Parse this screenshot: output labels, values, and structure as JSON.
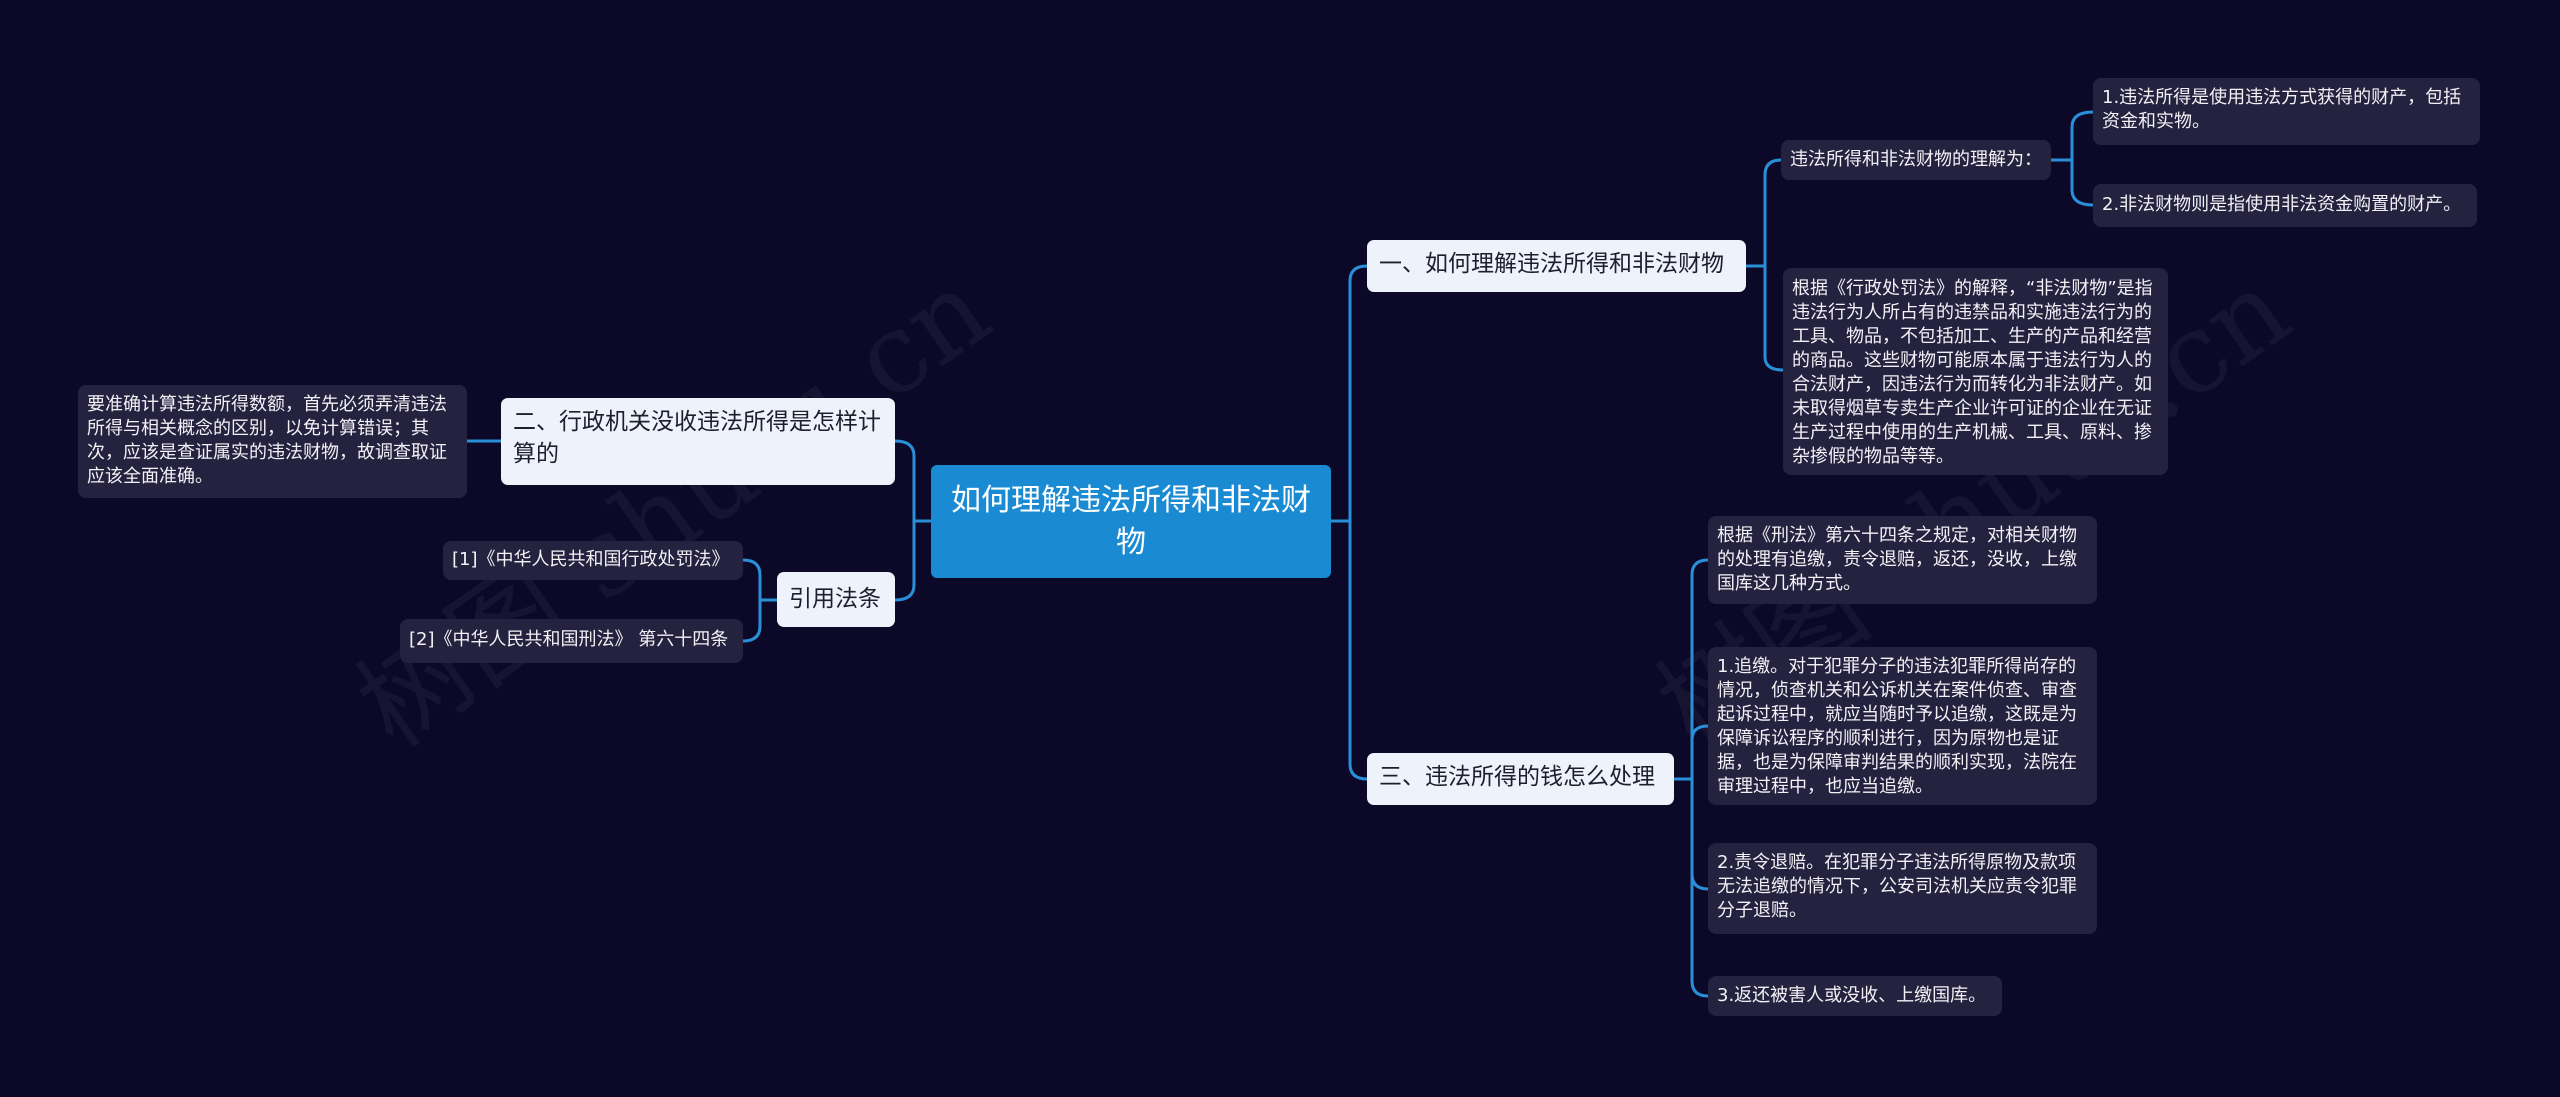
{
  "watermark": "树图 shutu.cn",
  "center": {
    "label": "如何理解违法所得和非法财物"
  },
  "branches": [
    {
      "label": "一、如何理解违法所得和非法财物",
      "sub": {
        "label": "违法所得和非法财物的理解为：",
        "children": [
          "1.违法所得是使用违法方式获得的财产，包括资金和实物。",
          "2.非法财物则是指使用非法资金购置的财产。"
        ]
      },
      "note": "根据《行政处罚法》的解释，“非法财物”是指违法行为人所占有的违禁品和实施违法行为的工具、物品，不包括加工、生产的产品和经营的商品。这些财物可能原本属于违法行为人的合法财产，因违法行为而转化为非法财产。如未取得烟草专卖生产企业许可证的企业在无证生产过程中使用的生产机械、工具、原料、掺杂掺假的物品等等。"
    },
    {
      "label": "二、行政机关没收违法所得是怎样计算的",
      "children": [
        "要准确计算违法所得数额，首先必须弄清违法所得与相关概念的区别，以免计算错误；其次，应该是查证属实的违法财物，故调查取证应该全面准确。"
      ]
    },
    {
      "label": "引用法条",
      "children": [
        "[1]《中华人民共和国行政处罚法》",
        "[2]《中华人民共和国刑法》 第六十四条"
      ]
    },
    {
      "label": "三、违法所得的钱怎么处理",
      "children": [
        "根据《刑法》第六十四条之规定，对相关财物的处理有追缴，责令退赔，返还，没收，上缴国库这几种方式。",
        "1.追缴。对于犯罪分子的违法犯罪所得尚存的情况，侦查机关和公诉机关在案件侦查、审查起诉过程中，就应当随时予以追缴，这既是为保障诉讼程序的顺利进行，因为原物也是证据，也是为保障审判结果的顺利实现，法院在审理过程中，也应当追缴。",
        "2.责令退赔。在犯罪分子违法所得原物及款项无法追缴的情况下，公安司法机关应责令犯罪分子退赔。",
        "3.返还被害人或没收、上缴国库。"
      ]
    }
  ],
  "colors": {
    "background": "#0b0828",
    "link": "#2a8fd8",
    "center": "#1a8bd3",
    "leaf": "#25223f",
    "branch": "#eef2fa"
  }
}
